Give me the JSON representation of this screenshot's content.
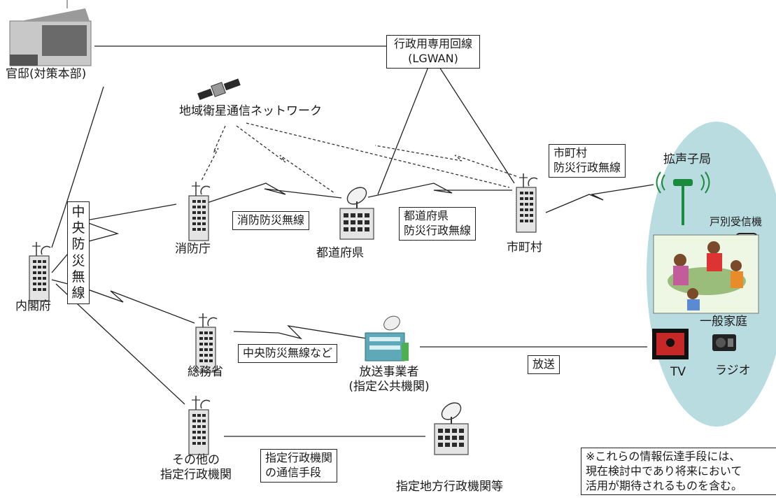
{
  "nodes": {
    "kantei": "官邸(対策本部)",
    "satellite": "地域衛星通信ネットワーク",
    "lgwan_line1": "行政用専用回線",
    "lgwan_line2": "(LGWAN)",
    "shobocho": "消防庁",
    "todofuken": "都道府県",
    "shichoson": "市町村",
    "naikakufu": "内閣府",
    "somusho": "総務省",
    "hoso_line1": "放送事業者",
    "hoso_line2": "(指定公共機関)",
    "sonota_line1": "その他の",
    "sonota_line2": "指定行政機関",
    "chiho": "指定地方行政機関等",
    "kakusei": "拡声子局",
    "kobetsu": "戸別受信機",
    "ippan": "一般家庭",
    "tv": "TV",
    "radio": "ラジオ"
  },
  "links": {
    "shobo_bosai": "消防防災無線",
    "todofuken_line1": "都道府県",
    "todofuken_line2": "防災行政無線",
    "shichoson_line1": "市町村",
    "shichoson_line2": "防災行政無線",
    "chuo_chars": [
      "中",
      "央",
      "防",
      "災",
      "無",
      "線"
    ],
    "chuo_nado": "中央防災無線など",
    "hoso": "放送",
    "shitei_line1": "指定行政機関",
    "shitei_line2": "の通信手段"
  },
  "note": {
    "line1": "※これらの情報伝達手段には、",
    "line2": "現在検討中であり将来において",
    "line3": "活用が期待されるものを含む。"
  },
  "colors": {
    "ellipse": "#b8dce0",
    "building": "#e4e4e4",
    "window": "#2a2a2a"
  }
}
